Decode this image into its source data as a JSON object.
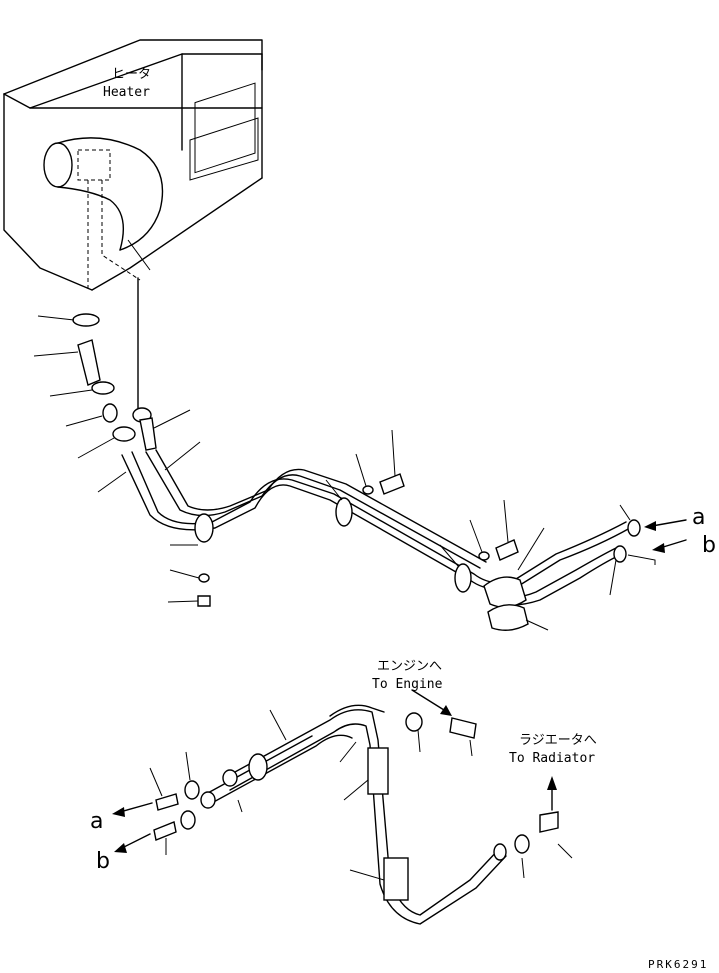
{
  "labels": {
    "heater_jp": "ヒータ",
    "heater_en": "Heater",
    "engine_jp": "エンジンへ",
    "engine_en": "To Engine",
    "radiator_jp": "ラジエータへ",
    "radiator_en": "To Radiator",
    "ref_a_top": "a",
    "ref_b_top": "b",
    "ref_a_bottom": "a",
    "ref_b_bottom": "b",
    "drawing_code": "PRK6291"
  }
}
